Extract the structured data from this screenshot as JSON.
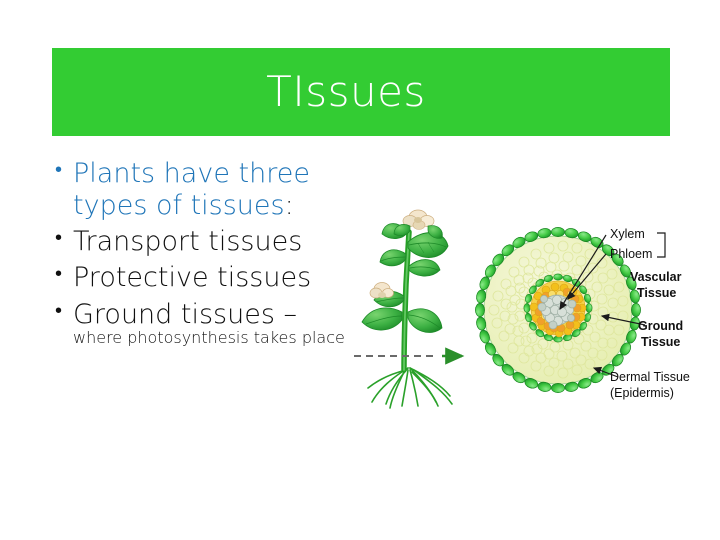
{
  "slide": {
    "title": "TIssues",
    "title_bar_color": "#33cc33",
    "title_text_color": "#ffffff",
    "background_color": "#ffffff"
  },
  "bullets": [
    {
      "level": 1,
      "marker": "•",
      "text": "Plants have three types of tissues",
      "tail": ":",
      "color": "#1f75b8"
    },
    {
      "level": 1,
      "marker": "•",
      "text": "Transport tissues",
      "tail": "",
      "color": "#101010"
    },
    {
      "level": 1,
      "marker": "•",
      "text": "Protective tissues",
      "tail": "",
      "color": "#101010"
    },
    {
      "level": 1,
      "marker": "•",
      "text": "Ground tissues –",
      "tail": "",
      "color": "#101010"
    }
  ],
  "subnote": {
    "text": "where photosynthesis takes place",
    "color": "#141414"
  },
  "figure": {
    "name": "plant-stem-cross-section-diagram",
    "plant_illustration": "flowering-plant-with-roots",
    "cut_line_label": "dashed-cut-line-with-arrow",
    "labels": [
      {
        "id": "xylem",
        "text": "Xylem"
      },
      {
        "id": "phloem",
        "text": "Phloem"
      },
      {
        "id": "vascular-tissue",
        "text": "Vascular"
      },
      {
        "id": "vascular-tissue-2",
        "text": "Tissue"
      },
      {
        "id": "ground-tissue",
        "text": "Ground"
      },
      {
        "id": "ground-tissue-2",
        "text": "Tissue"
      },
      {
        "id": "dermal-tissue",
        "text": "Dermal Tissue"
      },
      {
        "id": "dermal-tissue-2",
        "text": "(Epidermis)"
      }
    ],
    "colors": {
      "dermal": "#3fc43f",
      "dermal_dark": "#1e9b2e",
      "ground": "#eef2bd",
      "ground_cell": "#e2ea9a",
      "vascular_ring": "#33b44a",
      "phloem": "#f2c319",
      "phloem_alt": "#f0a028",
      "xylem": "#c9d4cd",
      "stem": "#2aa12a",
      "leaf": "#3cb043",
      "flower": "#f2e3c8"
    }
  }
}
